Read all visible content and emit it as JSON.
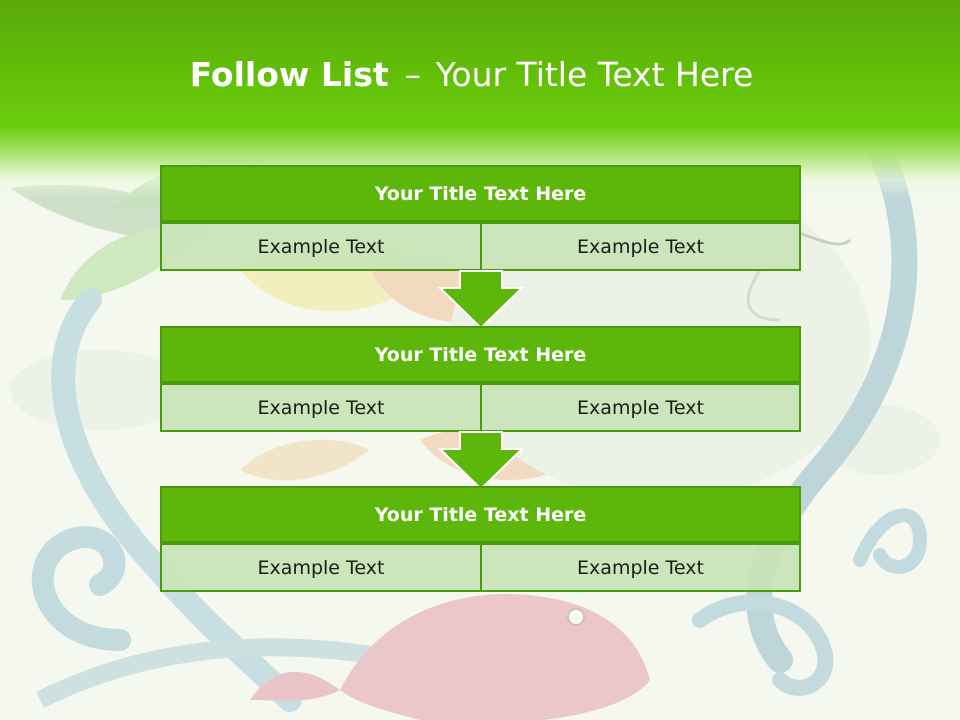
{
  "slide": {
    "title_bold": "Follow List",
    "title_separator": "–",
    "title_rest": "Your Title Text Here"
  },
  "blocks": [
    {
      "title": "Your Title Text Here",
      "left": "Example Text",
      "right": "Example Text"
    },
    {
      "title": "Your Title Text Here",
      "left": "Example Text",
      "right": "Example Text"
    },
    {
      "title": "Your Title Text Here",
      "left": "Example Text",
      "right": "Example Text"
    }
  ],
  "colors": {
    "header_green": "#62bf08",
    "title_bar_green": "#5db70b",
    "cell_fill": "#c8e4b8",
    "border_green": "#4a9a0c",
    "arrow_green": "#5db70b"
  }
}
